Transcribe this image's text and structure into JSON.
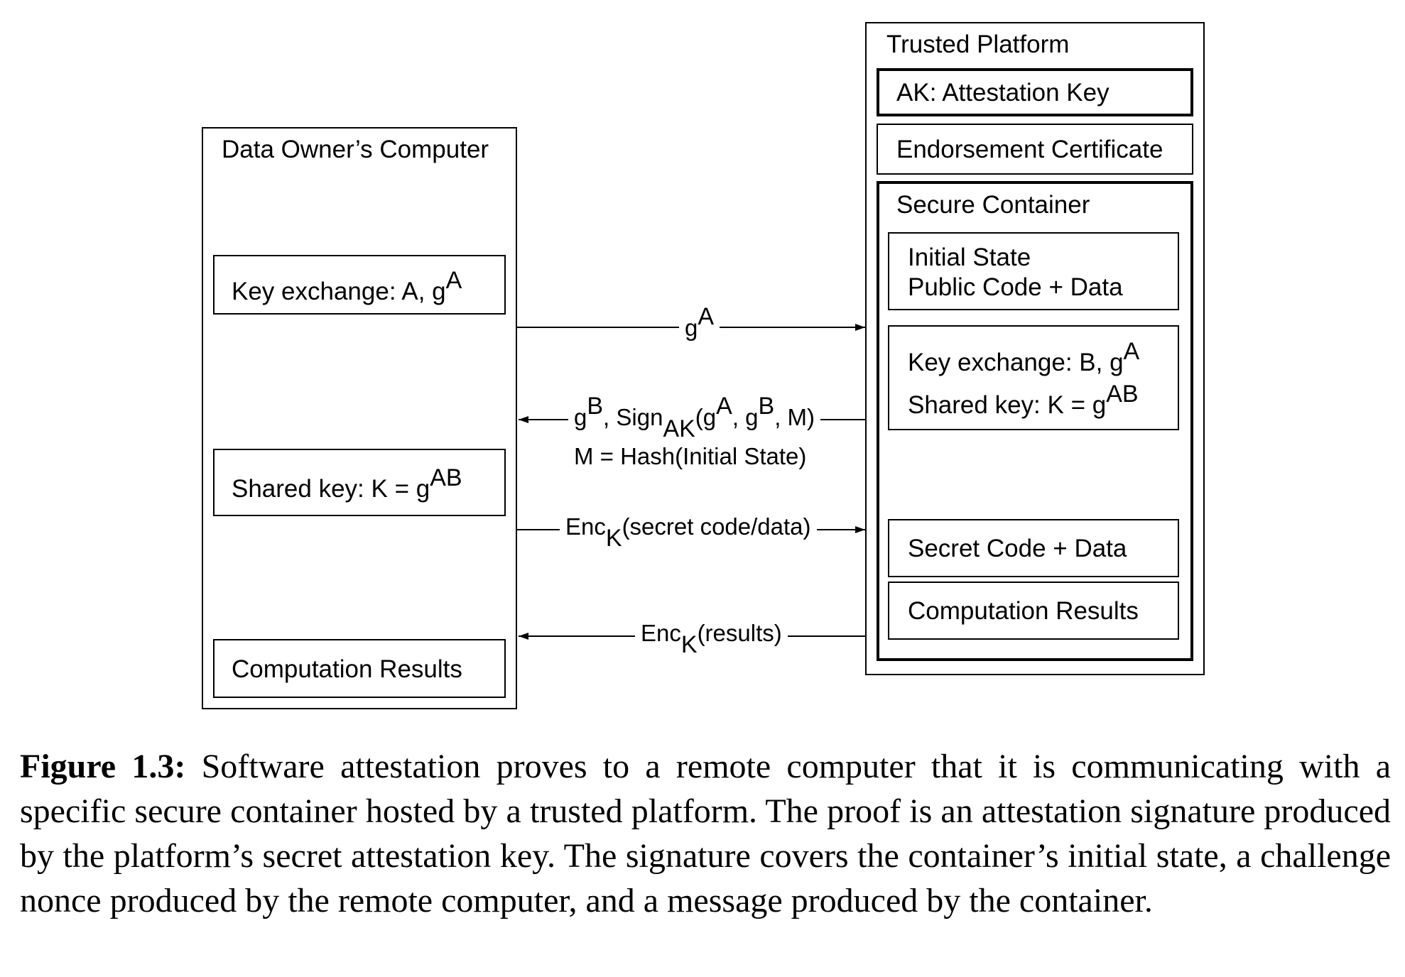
{
  "left_box": {
    "title": "Data Owner’s Computer",
    "key_exchange_prefix": "Key exchange: A, g",
    "key_exchange_sup": "A",
    "shared_key_prefix": "Shared key: K = g",
    "shared_key_sup": "AB",
    "results": "Computation Results"
  },
  "right_box": {
    "title": "Trusted Platform",
    "attestation_key": "AK: Attestation Key",
    "endorsement_certificate": "Endorsement Certificate",
    "secure_container": {
      "title": "Secure Container",
      "initial_state_line1": "Initial State",
      "initial_state_line2": "Public Code + Data",
      "key_exchange_prefix": "Key exchange: B, g",
      "key_exchange_sup": "A",
      "shared_key_prefix": "Shared key: K = g",
      "shared_key_sup": "AB",
      "secret": "Secret Code + Data",
      "results": "Computation Results"
    }
  },
  "messages": {
    "m1_base": "g",
    "m1_sup": "A",
    "m2_g": "g",
    "m2_sup_b": "B",
    "m2_sign": ", Sign",
    "m2_sub_ak": "AK",
    "m2_paren_g": "(g",
    "m2_sup_a": "A",
    "m2_comma_g": ", g",
    "m2_sup_b2": "B",
    "m2_end": ", M)",
    "m2_line2": "M = Hash(Initial State)",
    "m3_enc": "Enc",
    "m3_sub": "K",
    "m3_rest": "(secret code/data)",
    "m4_enc": "Enc",
    "m4_sub": "K",
    "m4_rest": "(results)"
  },
  "caption": {
    "label": "Figure 1.3:",
    "text": " Software attestation proves to a remote computer that it is communicating with a specific secure container hosted by a trusted platform. The proof is an attestation signature produced by the platform’s secret attestation key. The signature covers the container’s initial state, a challenge nonce produced by the remote computer, and a message produced by the container."
  }
}
